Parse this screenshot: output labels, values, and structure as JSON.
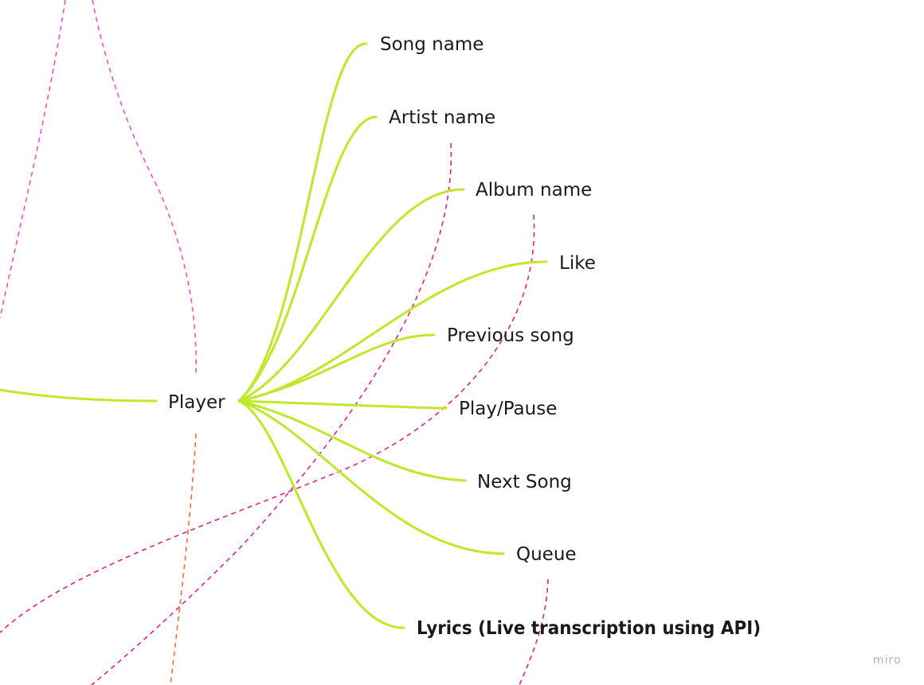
{
  "diagram": {
    "colors": {
      "branch": "#bfe82a",
      "connector_magenta": "#e0218a",
      "connector_pink": "#ee4fd0",
      "connector_orange": "#f26a3c",
      "text": "#1a1a1a"
    },
    "root": {
      "label": "Player"
    },
    "children": [
      {
        "label": "Song name"
      },
      {
        "label": "Artist name"
      },
      {
        "label": "Album name"
      },
      {
        "label": "Like"
      },
      {
        "label": "Previous song"
      },
      {
        "label": "Play/Pause"
      },
      {
        "label": "Next Song"
      },
      {
        "label": "Queue"
      },
      {
        "label": "Lyrics (Live transcription using API)"
      }
    ],
    "watermark": "miro"
  }
}
